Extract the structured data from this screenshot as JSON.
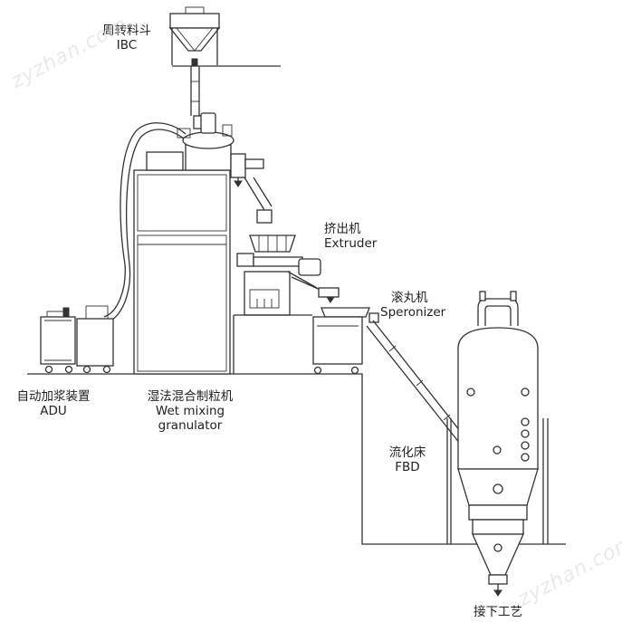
{
  "labels": {
    "ibc": {
      "zh": "周转料斗",
      "en": "IBC"
    },
    "extruder": {
      "zh": "挤出机",
      "en": "Extruder"
    },
    "speronizer": {
      "zh": "滚丸机",
      "en": "Speronizer"
    },
    "adu": {
      "zh": "自动加浆装置",
      "en": "ADU"
    },
    "granulator": {
      "zh": "湿法混合制粒机",
      "en_line1": "Wet mixing",
      "en_line2": "granulator"
    },
    "fbd": {
      "zh": "流化床",
      "en": "FBD"
    },
    "next_process": {
      "zh": "接下工艺"
    }
  },
  "watermarks": [
    "zyzhan.com",
    "zyzhan.com"
  ],
  "colors": {
    "line": "#333333",
    "text": "#222222",
    "watermark": "#d9d9d9"
  }
}
